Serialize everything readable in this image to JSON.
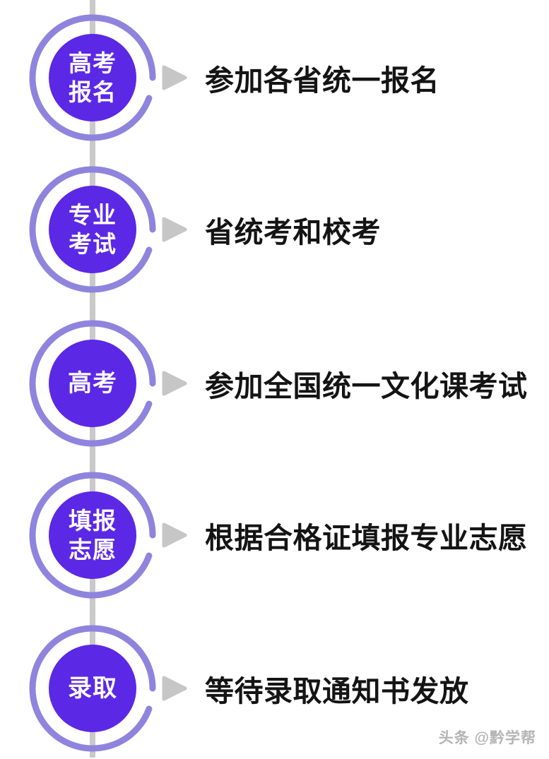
{
  "page": {
    "title": "艺考流程图",
    "background_color": "#ffffff"
  },
  "theme": {
    "ring_color": "#8f84dd",
    "disc_color": "#5b28e6",
    "spine_color": "#c9c9c9",
    "arrow_color": "#c6c6c6",
    "text_color": "#141414",
    "node_label_color": "#ffffff",
    "watermark_color": "#b4b4b4"
  },
  "flow": {
    "orientation": "vertical",
    "arrow_icon": "triangle-right-icon",
    "steps": [
      {
        "index": 1,
        "node_label": "高考报名",
        "node_lines": [
          "高考",
          "报名"
        ],
        "description": "参加各省统一报名"
      },
      {
        "index": 2,
        "node_label": "专业考试",
        "node_lines": [
          "专业",
          "考试"
        ],
        "description": "省统考和校考"
      },
      {
        "index": 3,
        "node_label": "高考",
        "node_lines": [
          "高考"
        ],
        "description": "参加全国统一文化课考试"
      },
      {
        "index": 4,
        "node_label": "填报志愿",
        "node_lines": [
          "填报",
          "志愿"
        ],
        "description": "根据合格证填报专业志愿"
      },
      {
        "index": 5,
        "node_label": "录取",
        "node_lines": [
          "录取"
        ],
        "description": "等待录取通知书发放"
      }
    ]
  },
  "watermark": {
    "text": "头条 @黔学帮"
  }
}
